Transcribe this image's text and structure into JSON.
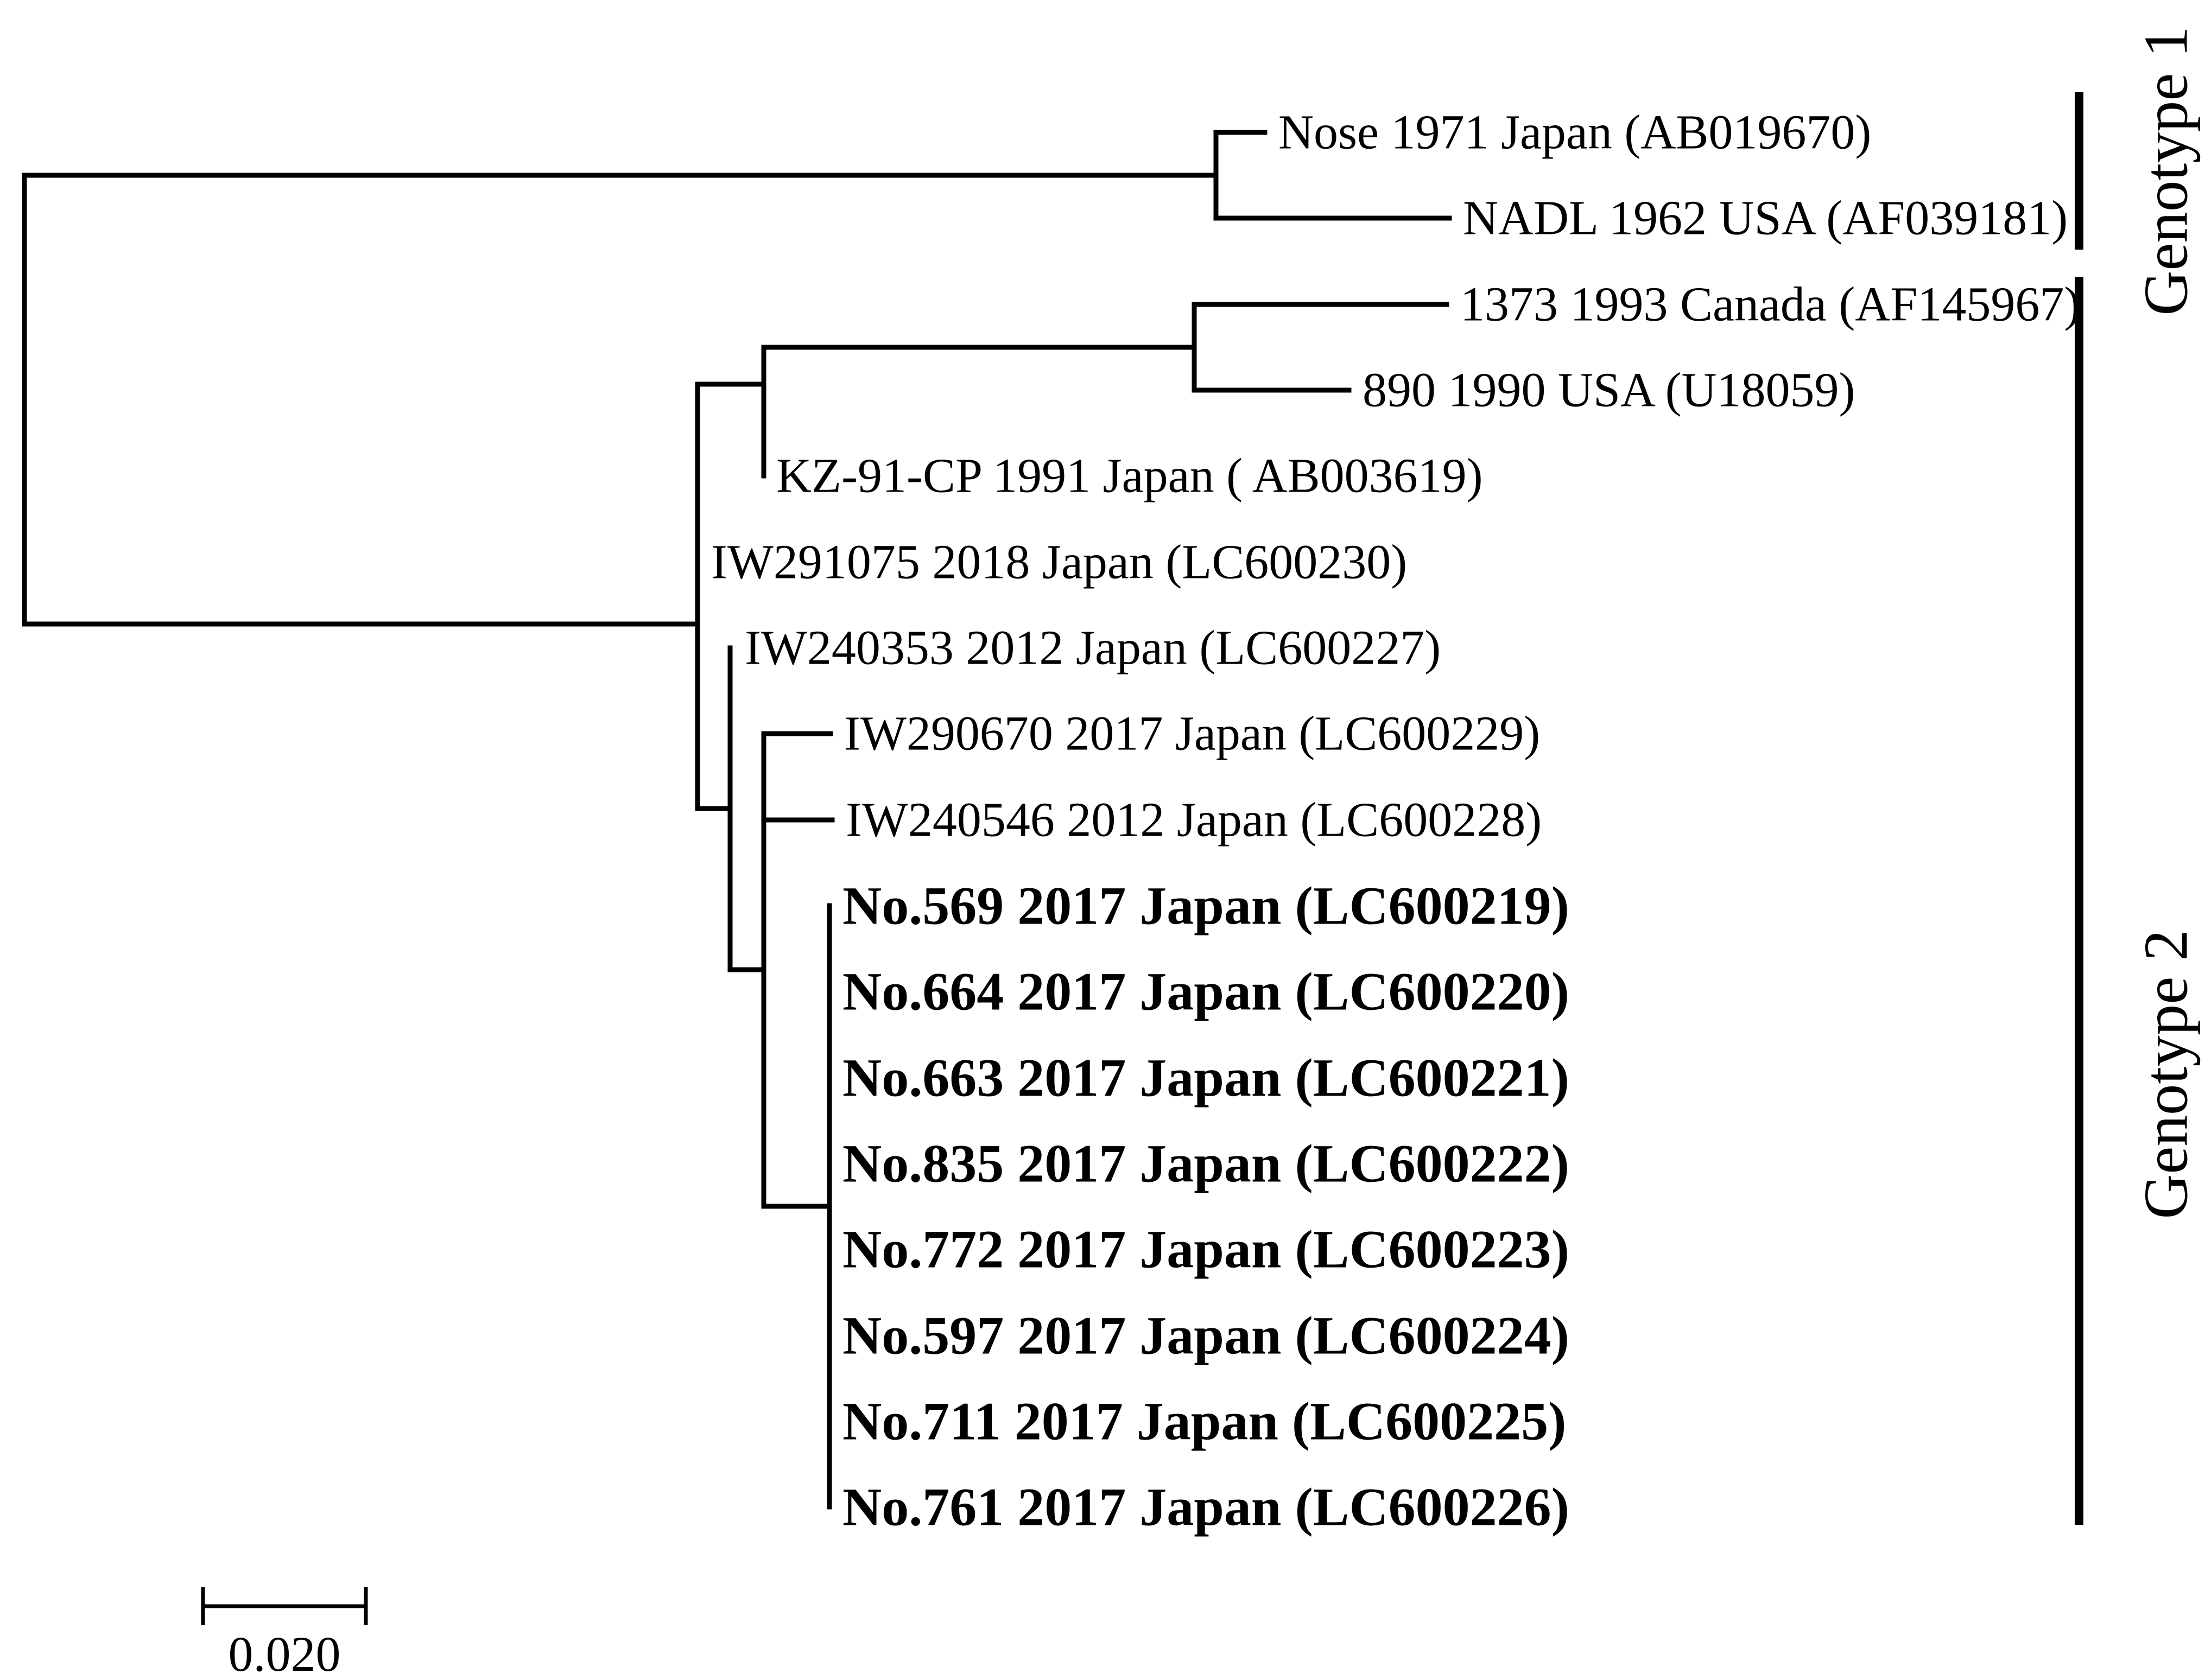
{
  "figure": {
    "type": "phylogenetic-tree",
    "description": "Rectangular phylogram with two genotype clades",
    "line_color": "#000000",
    "background_color": "#ffffff"
  },
  "taxa": [
    {
      "label": "Nose 1971 Japan (AB019670)",
      "bold": false
    },
    {
      "label": "NADL 1962 USA (AF039181)",
      "bold": false
    },
    {
      "label": "1373 1993 Canada (AF145967)",
      "bold": false
    },
    {
      "label": "890 1990 USA (U18059)",
      "bold": false
    },
    {
      "label": "KZ-91-CP 1991 Japan ( AB003619)",
      "bold": false
    },
    {
      "label": "IW291075 2018 Japan (LC600230)",
      "bold": false
    },
    {
      "label": "IW240353 2012 Japan (LC600227)",
      "bold": false
    },
    {
      "label": "IW290670 2017 Japan (LC600229)",
      "bold": false
    },
    {
      "label": "IW240546 2012 Japan (LC600228)",
      "bold": false
    },
    {
      "label": "No.569 2017 Japan (LC600219)",
      "bold": true
    },
    {
      "label": "No.664 2017 Japan (LC600220)",
      "bold": true
    },
    {
      "label": "No.663 2017 Japan (LC600221)",
      "bold": true
    },
    {
      "label": "No.835 2017 Japan (LC600222)",
      "bold": true
    },
    {
      "label": "No.772 2017 Japan (LC600223)",
      "bold": true
    },
    {
      "label": "No.597 2017 Japan (LC600224)",
      "bold": true
    },
    {
      "label": "No.711 2017 Japan (LC600225)",
      "bold": true
    },
    {
      "label": "No.761 2017 Japan (LC600226)",
      "bold": true
    }
  ],
  "genotypes": [
    {
      "label": "Genotype 1"
    },
    {
      "label": "Genotype 2"
    }
  ],
  "scale_bar": {
    "value": "0.020"
  }
}
